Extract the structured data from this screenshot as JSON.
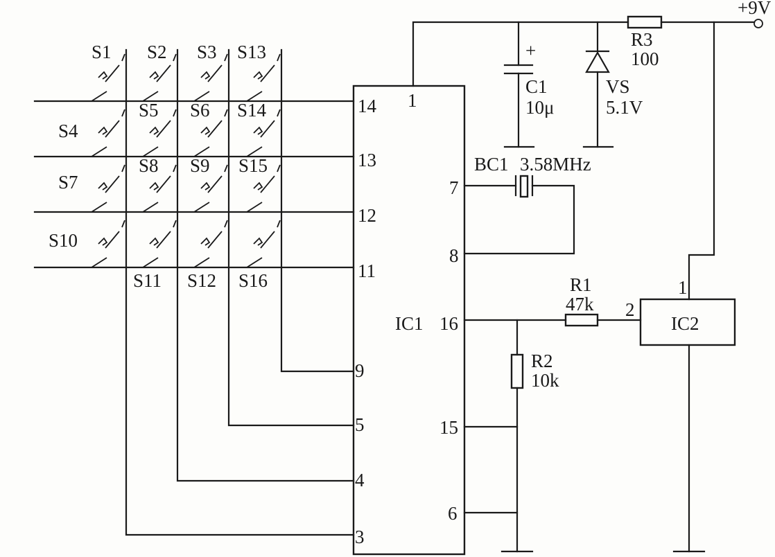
{
  "supply": {
    "label": "+9V"
  },
  "ic1": {
    "label": "IC1",
    "pins": {
      "p1": "1",
      "p14": "14",
      "p13": "13",
      "p12": "12",
      "p11": "11",
      "p9": "9",
      "p5": "5",
      "p4": "4",
      "p3": "3",
      "p7": "7",
      "p8": "8",
      "p16": "16",
      "p15": "15",
      "p6": "6"
    }
  },
  "ic2": {
    "label": "IC2",
    "pins": {
      "p1": "1",
      "p2": "2"
    }
  },
  "components": {
    "r3": {
      "name": "R3",
      "value": "100"
    },
    "c1": {
      "name": "C1",
      "value": "10μ",
      "polarity": "+"
    },
    "vs": {
      "name": "VS",
      "value": "5.1V"
    },
    "bc1": {
      "name": "BC1",
      "value": "3.58MHz"
    },
    "r1": {
      "name": "R1",
      "value": "47k"
    },
    "r2": {
      "name": "R2",
      "value": "10k"
    }
  },
  "switches": {
    "s1": "S1",
    "s2": "S2",
    "s3": "S3",
    "s13": "S13",
    "s4": "S4",
    "s5": "S5",
    "s6": "S6",
    "s14": "S14",
    "s7": "S7",
    "s8": "S8",
    "s9": "S9",
    "s15": "S15",
    "s10": "S10",
    "s11": "S11",
    "s12": "S12",
    "s16": "S16"
  }
}
